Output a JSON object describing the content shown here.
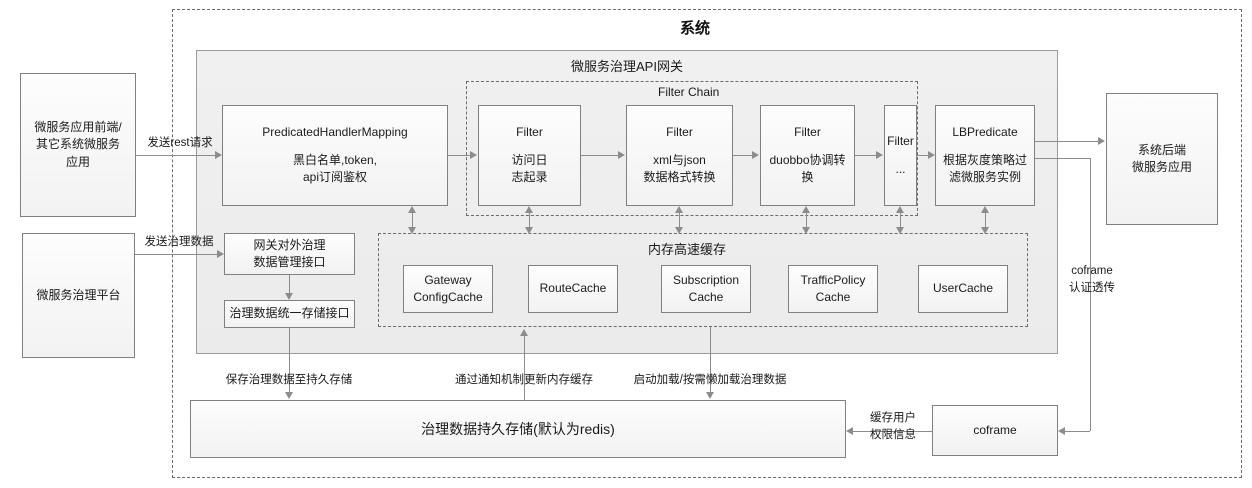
{
  "diagram": {
    "system_title": "系统",
    "gateway_panel_title": "微服务治理API网关",
    "filter_chain_title": "Filter Chain",
    "cache_group_title": "内存高速缓存"
  },
  "external_nodes": {
    "client": {
      "line1": "微服务应用前端/",
      "line2": "其它系统微服务",
      "line3": "应用"
    },
    "platform": {
      "line1": "微服务治理平台"
    },
    "backend": {
      "line1": "系统后端",
      "line2": "微服务应用"
    },
    "coframe": {
      "line1": "coframe"
    }
  },
  "gateway_nodes": {
    "handler_mapping": {
      "title": "PredicatedHandlerMapping",
      "sub1": "黑白名单,token,",
      "sub2": "api订阅鉴权"
    },
    "mgmt_api": {
      "line1": "网关对外治理",
      "line2": "数据管理接口"
    },
    "storage_api": {
      "line1": "治理数据统一存储接口"
    }
  },
  "filters": [
    {
      "title": "Filter",
      "sub1": "访问日",
      "sub2": "志起录"
    },
    {
      "title": "Filter",
      "sub1": "xml与json",
      "sub2": "数据格式转换"
    },
    {
      "title": "Filter",
      "sub1": "duobbo协调转",
      "sub2": "换"
    },
    {
      "title": "Filter",
      "sub1": "...",
      "sub2": ""
    }
  ],
  "lb_predicate": {
    "title": "LBPredicate",
    "sub1": "根据灰度策略过",
    "sub2": "滤微服务实例"
  },
  "caches": [
    {
      "line1": "Gateway",
      "line2": "ConfigCache"
    },
    {
      "line1": "RouteCache",
      "line2": ""
    },
    {
      "line1": "Subscription",
      "line2": "Cache"
    },
    {
      "line1": "TrafficPolicy",
      "line2": "Cache"
    },
    {
      "line1": "UserCache",
      "line2": ""
    }
  ],
  "persistence": {
    "label": "治理数据持久存储(默认为redis)"
  },
  "edge_labels": {
    "send_rest": "发送rest请求",
    "send_governance": "发送治理数据",
    "save_to_persist": "保存治理数据至持久存储",
    "notify_update_cache": "通过通知机制更新内存缓存",
    "startup_lazy_load": "启动加载/按需懒加载治理数据",
    "coframe_auth_1": "coframe",
    "coframe_auth_2": "认证透传",
    "cache_user_1": "缓存用户",
    "cache_user_2": "权限信息"
  },
  "colors": {
    "node_border": "#808080",
    "panel_bg": "#efefef",
    "dashed_border": "#6b6b6b",
    "connector": "#8c8c8c"
  }
}
